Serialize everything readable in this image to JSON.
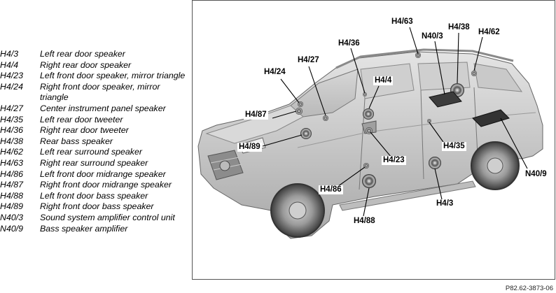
{
  "legend": [
    {
      "code": "H4/3",
      "desc": "Left rear door speaker"
    },
    {
      "code": "H4/4",
      "desc": "Right rear door speaker"
    },
    {
      "code": "H4/23",
      "desc": "Left front door speaker, mirror triangle"
    },
    {
      "code": "H4/24",
      "desc": "Right front door speaker, mirror triangle"
    },
    {
      "code": "H4/27",
      "desc": "Center instrument panel speaker"
    },
    {
      "code": "H4/35",
      "desc": "Left rear door tweeter"
    },
    {
      "code": "H4/36",
      "desc": "Right rear door tweeter"
    },
    {
      "code": "H4/38",
      "desc": "Rear bass speaker"
    },
    {
      "code": "H4/62",
      "desc": "Left rear surround speaker"
    },
    {
      "code": "H4/63",
      "desc": "Right rear surround speaker"
    },
    {
      "code": "H4/86",
      "desc": "Left front door midrange speaker"
    },
    {
      "code": "H4/87",
      "desc": "Right front door midrange speaker"
    },
    {
      "code": "H4/88",
      "desc": "Left front door bass speaker"
    },
    {
      "code": "H4/89",
      "desc": "Right front door bass speaker"
    },
    {
      "code": "N40/3",
      "desc": "Sound system amplifier control unit"
    },
    {
      "code": "N40/9",
      "desc": "Bass speaker amplifier"
    }
  ],
  "callouts": {
    "h4_63": "H4/63",
    "h4_38": "H4/38",
    "n40_3": "N40/3",
    "h4_62": "H4/62",
    "h4_36": "H4/36",
    "h4_27": "H4/27",
    "h4_24": "H4/24",
    "h4_4": "H4/4",
    "h4_87": "H4/87",
    "h4_89": "H4/89",
    "h4_23": "H4/23",
    "h4_35": "H4/35",
    "h4_86": "H4/86",
    "h4_88": "H4/88",
    "h4_3": "H4/3",
    "n40_9": "N40/9"
  },
  "reference": "P82.62-3873-06"
}
